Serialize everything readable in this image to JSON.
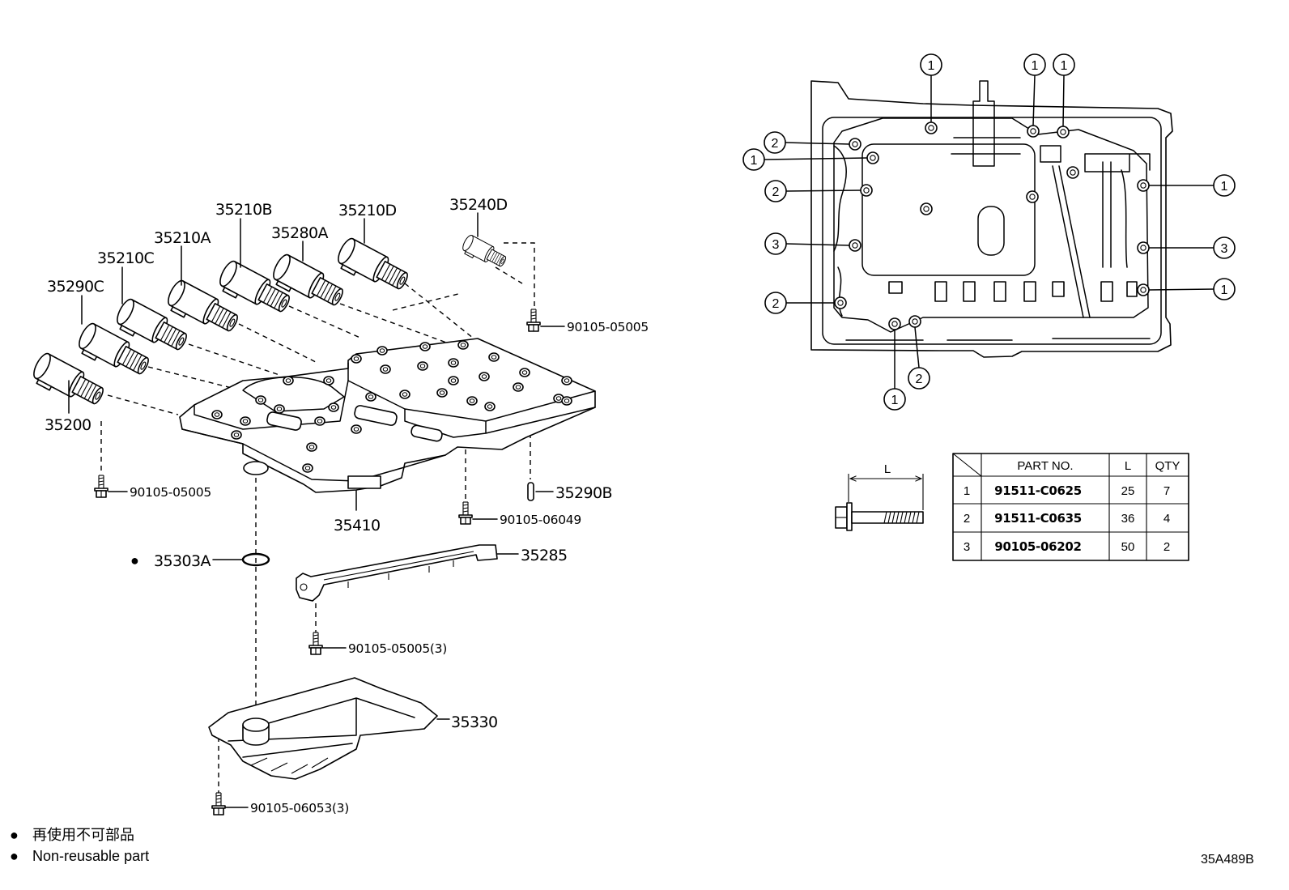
{
  "left_view": {
    "solenoid_labels": {
      "s35240D": "35240D",
      "s35210D": "35210D",
      "s35210B": "35210B",
      "s35280A": "35280A",
      "s35210A": "35210A",
      "s35210C": "35210C",
      "s35290C": "35290C",
      "s35200": "35200"
    },
    "part_labels": {
      "valve_body": "35410",
      "pin": "35290B",
      "o_ring": "35303A",
      "plate": "35285",
      "strainer": "35330"
    },
    "bolt_labels": {
      "top_right": "90105-05005",
      "left": "90105-05005",
      "valve_body": "90105-06049",
      "plate": "90105-05005(3)",
      "strainer": "90105-06053(3)"
    }
  },
  "right_view": {
    "callouts": [
      "1",
      "1",
      "1",
      "2",
      "1",
      "2",
      "3",
      "2",
      "1",
      "3",
      "1",
      "2",
      "1"
    ]
  },
  "bolt_table": {
    "dimension_label": "L",
    "headers": {
      "part_no": "PART NO.",
      "length": "L",
      "qty": "QTY"
    },
    "rows": [
      {
        "ref": "1",
        "part_no": "91511-C0625",
        "length": "25",
        "qty": "7"
      },
      {
        "ref": "2",
        "part_no": "91511-C0635",
        "length": "36",
        "qty": "4"
      },
      {
        "ref": "3",
        "part_no": "90105-06202",
        "length": "50",
        "qty": "2"
      }
    ]
  },
  "legend": {
    "marker": "●",
    "items": [
      "再使用不可部品",
      "Non-reusable part"
    ]
  },
  "illustration_code": "35A489B",
  "colors": {
    "ink": "#000000",
    "paper": "#ffffff"
  }
}
